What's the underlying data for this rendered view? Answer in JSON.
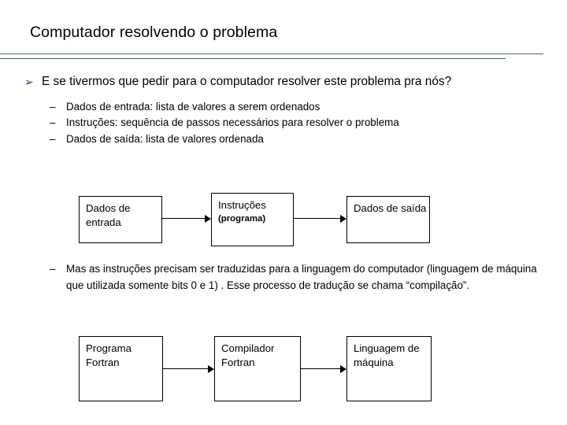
{
  "slide": {
    "title": "Computador resolvendo o problema",
    "rule_color": "#46677a"
  },
  "content": {
    "level1_bullet": {
      "marker": "➢",
      "marker_color": "#1f3864",
      "text": "E se tivermos que pedir para o computador resolver este problema pra nós?"
    },
    "level2_bullets": [
      {
        "marker": "–",
        "text": "Dados de entrada: lista de valores a serem ordenados"
      },
      {
        "marker": "–",
        "text": "Instruções: sequência de passos necessários para resolver o problema"
      },
      {
        "marker": "–",
        "text": "Dados de saída: lista de valores ordenada"
      }
    ],
    "paragraph_bullet": {
      "marker": "–",
      "text": "Mas as instruções precisam ser traduzidas para a linguagem do computador (linguagem de máquina que utilizada somente bits 0 e 1) . Esse processo de tradução se chama “compilação”."
    }
  },
  "diagrams": [
    {
      "name": "data-flow",
      "boxes": [
        {
          "label": "Dados de entrada",
          "sub": ""
        },
        {
          "label": "Instruções",
          "sub": "(programa)"
        },
        {
          "label": "Dados de saída",
          "sub": ""
        }
      ],
      "arrows": 2
    },
    {
      "name": "compilation-flow",
      "boxes": [
        {
          "label": "Programa Fortran",
          "sub": ""
        },
        {
          "label": "Compilador Fortran",
          "sub": ""
        },
        {
          "label": "Linguagem de máquina",
          "sub": ""
        }
      ],
      "arrows": 2
    }
  ]
}
